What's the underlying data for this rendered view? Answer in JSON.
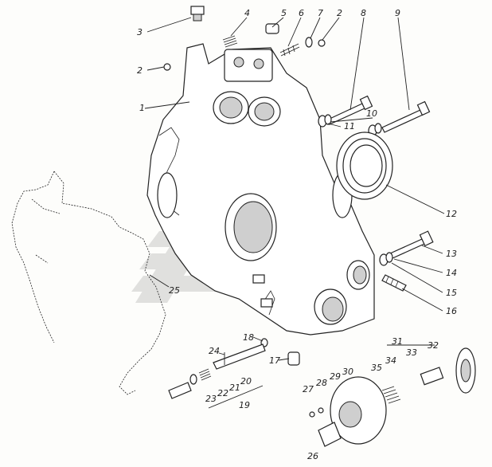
{
  "callouts": [
    {
      "id": "c1",
      "text": "1"
    },
    {
      "id": "c2a",
      "text": "2"
    },
    {
      "id": "c2b",
      "text": "2"
    },
    {
      "id": "c3",
      "text": "3"
    },
    {
      "id": "c4",
      "text": "4"
    },
    {
      "id": "c5",
      "text": "5"
    },
    {
      "id": "c6",
      "text": "6"
    },
    {
      "id": "c7",
      "text": "7"
    },
    {
      "id": "c8",
      "text": "8"
    },
    {
      "id": "c9",
      "text": "9"
    },
    {
      "id": "c10",
      "text": "10"
    },
    {
      "id": "c11",
      "text": "11"
    },
    {
      "id": "c12",
      "text": "12"
    },
    {
      "id": "c13",
      "text": "13"
    },
    {
      "id": "c14",
      "text": "14"
    },
    {
      "id": "c15",
      "text": "15"
    },
    {
      "id": "c16",
      "text": "16"
    },
    {
      "id": "c17",
      "text": "17"
    },
    {
      "id": "c18",
      "text": "18"
    },
    {
      "id": "c19",
      "text": "19"
    },
    {
      "id": "c20",
      "text": "20"
    },
    {
      "id": "c21",
      "text": "21"
    },
    {
      "id": "c22",
      "text": "22"
    },
    {
      "id": "c23",
      "text": "23"
    },
    {
      "id": "c24",
      "text": "24"
    },
    {
      "id": "c25",
      "text": "25"
    },
    {
      "id": "c26",
      "text": "26"
    },
    {
      "id": "c27",
      "text": "27"
    },
    {
      "id": "c28",
      "text": "28"
    },
    {
      "id": "c29",
      "text": "29"
    },
    {
      "id": "c30",
      "text": "30"
    },
    {
      "id": "c31",
      "text": "31"
    },
    {
      "id": "c32",
      "text": "32"
    },
    {
      "id": "c33",
      "text": "33"
    },
    {
      "id": "c34",
      "text": "34"
    },
    {
      "id": "c35",
      "text": "35"
    }
  ],
  "colors": {
    "ink": "#222222",
    "paper": "#fdfdfb",
    "watermark": "#d9d9d9"
  }
}
